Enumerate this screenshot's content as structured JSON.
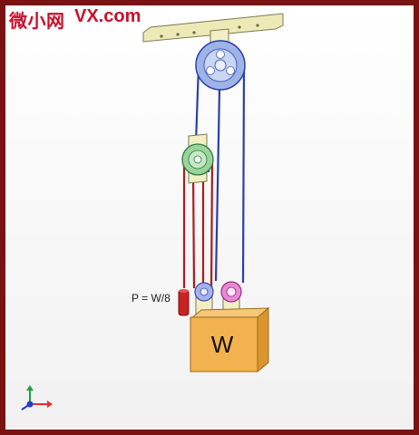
{
  "watermark": {
    "prefix": "微小网",
    "suffix": "VX.com",
    "color": "#c8102e"
  },
  "labels": {
    "force": "P = W/8",
    "weight": "W"
  },
  "colors": {
    "frame": "#7a1212",
    "rope_blue": "#2a3fae",
    "rope_red": "#a81e1e",
    "beam": "#eeeab8",
    "block": "#f2b24f",
    "pulley_top": "#9fb4e6",
    "pulley_mid": "#9ad49c",
    "pulley_small_left": "#a7b2ea",
    "pulley_small_right": "#e88ad3",
    "axis_x": "#e03030",
    "axis_y": "#20a040",
    "axis_z": "#2040d0"
  }
}
